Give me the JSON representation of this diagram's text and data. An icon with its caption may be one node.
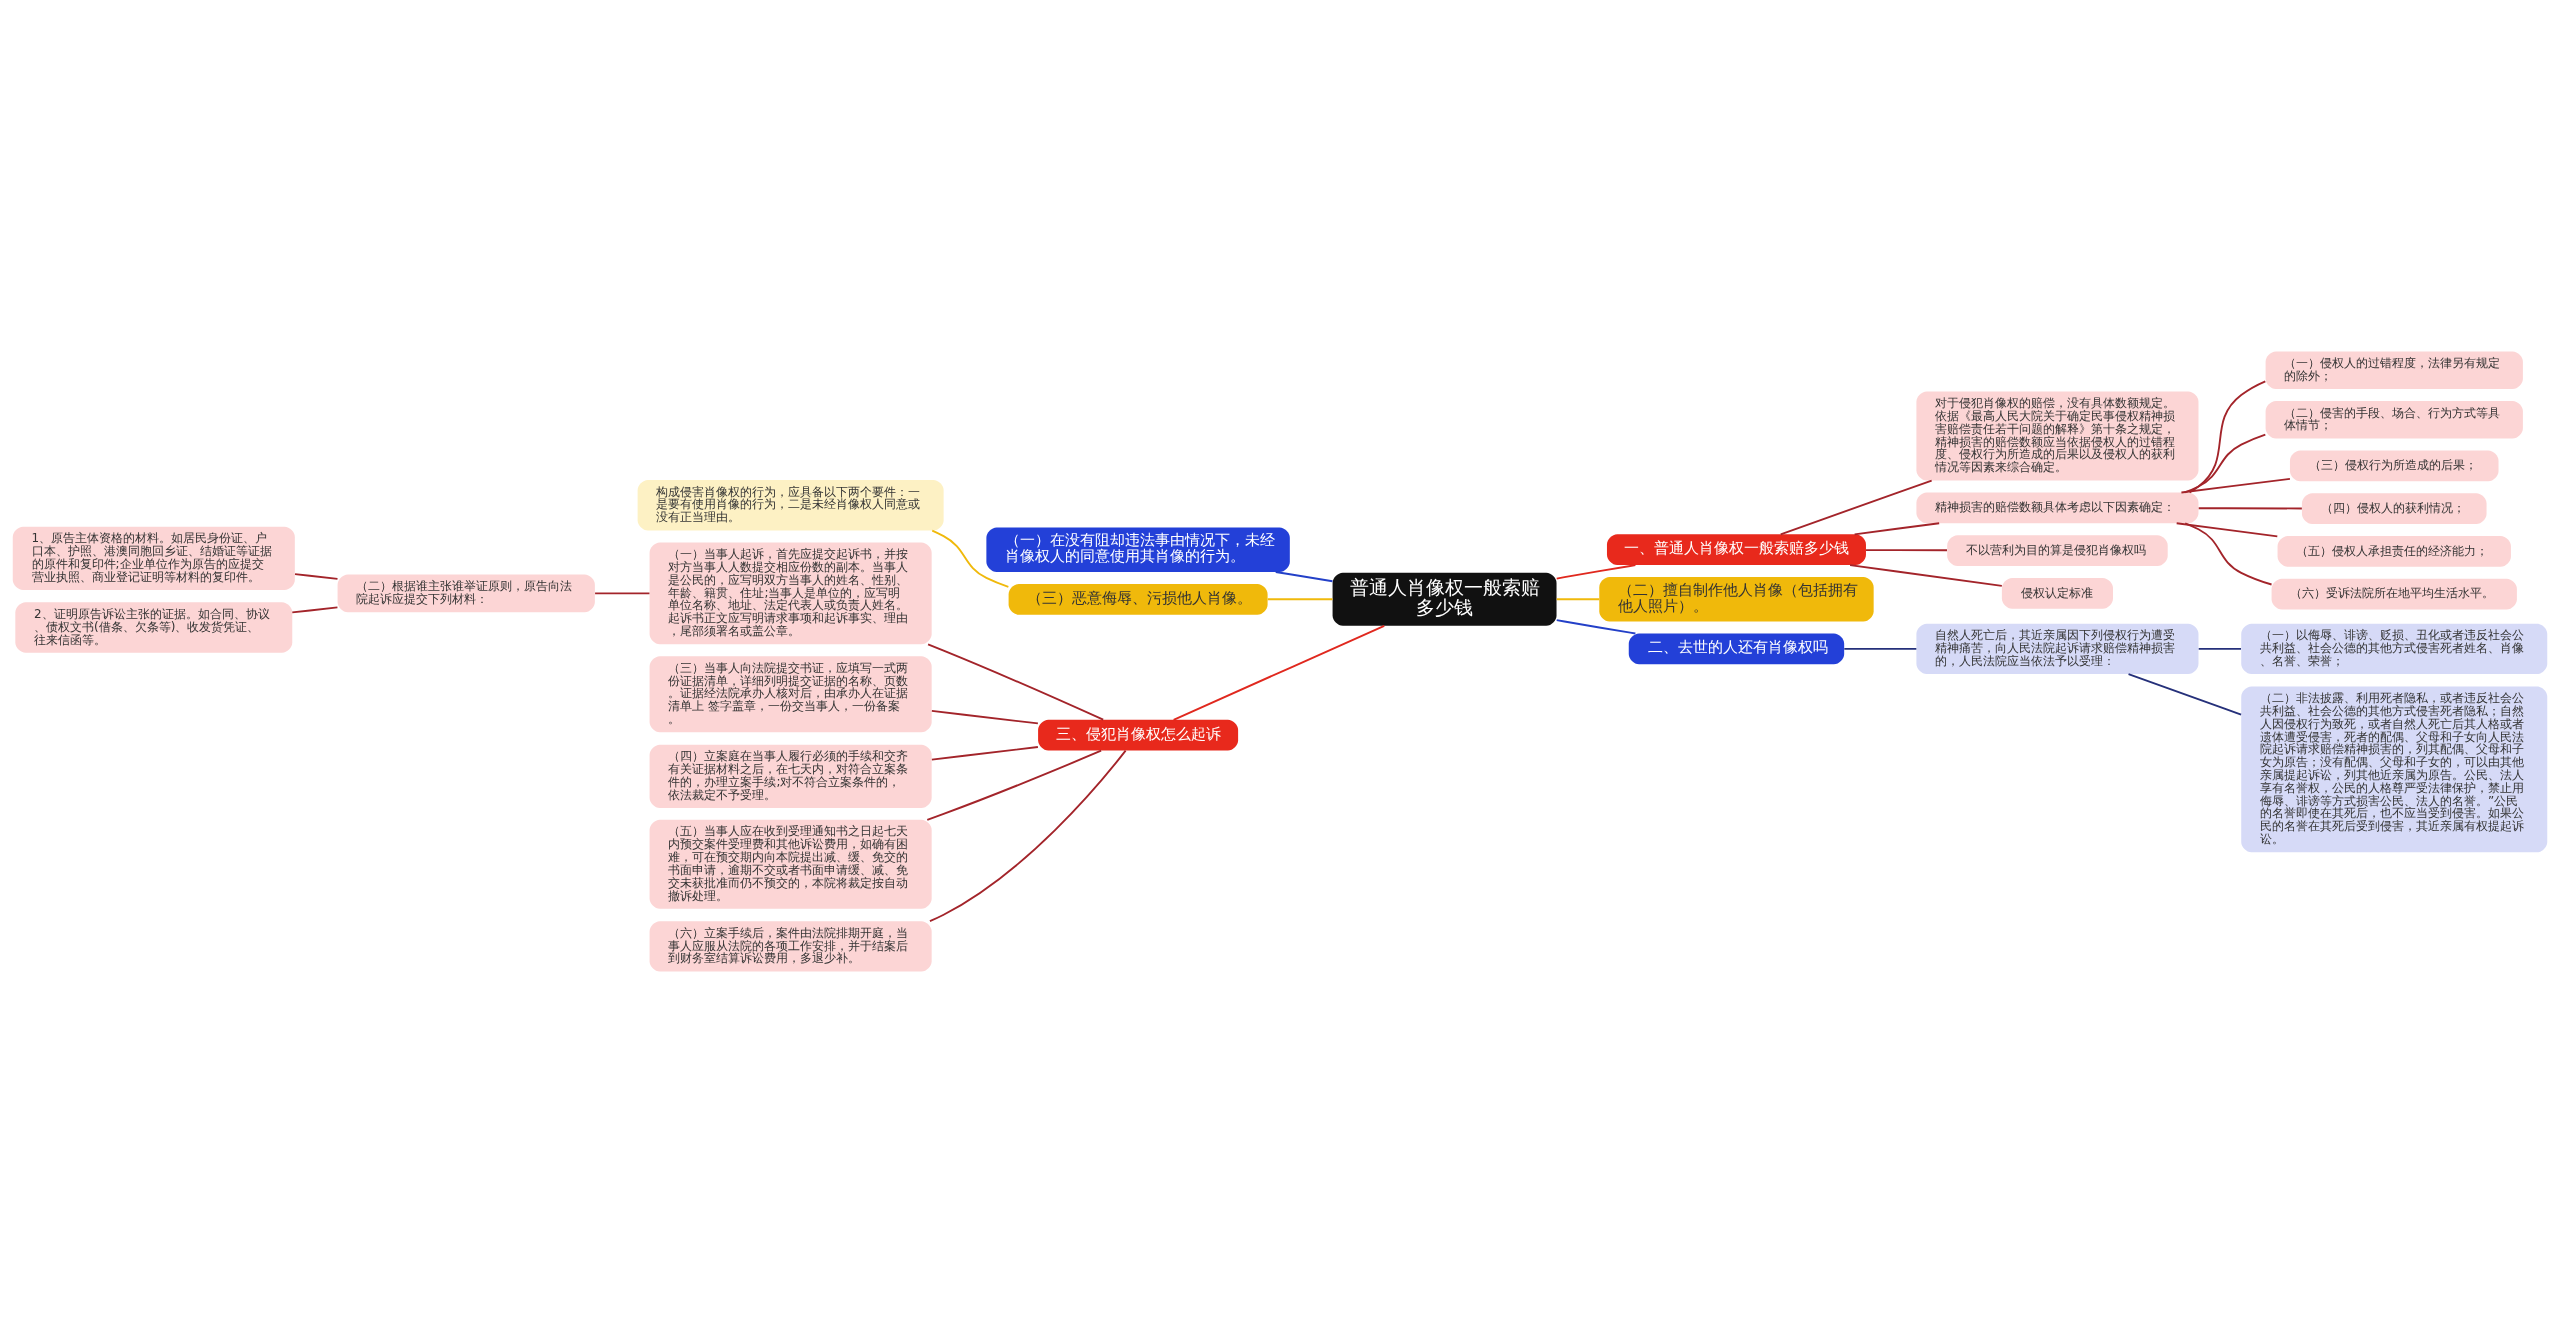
{
  "diagram": {
    "nodes": [
      {
        "text": [
          "普通人肖像权一般索赔多少钱"
        ]
      },
      {
        "text": [
          "一、普通人肖像权一般索赔多少钱"
        ]
      },
      {
        "text": [
          "对于侵犯肖像权的赔偿，没有具体数额规定。依据《最高人民大院关于确定民事侵权精神损害赔偿责任若干问题的解释》第十条之规定，精神损害的赔偿数额应当依据侵权人的过错程度、侵权行为所造成的后果以及侵权人的获利情况等因素来综合确定。"
        ]
      },
      {
        "text": [
          "精神损害的赔偿数额具体考虑以下因素确定："
        ]
      },
      {
        "text": [
          "（一）侵权人的过错程度，法律另有规定的除外；"
        ]
      },
      {
        "text": [
          "（二）侵害的手段、场合、行为方式等具体情节；"
        ]
      },
      {
        "text": [
          "（三）侵权行为所造成的后果；"
        ]
      },
      {
        "text": [
          "（四）侵权人的获利情况；"
        ]
      },
      {
        "text": [
          "（五）侵权人承担责任的经济能力；"
        ]
      },
      {
        "text": [
          "（六）受诉法院所在地平均生活水平。"
        ]
      },
      {
        "text": [
          "不以营利为目的算是侵犯肖像权吗"
        ]
      },
      {
        "text": [
          "侵权认定标准"
        ]
      },
      {
        "text": [
          "（二）擅自制作他人肖像（包括拥有他人照片）。"
        ]
      },
      {
        "text": [
          "二、去世的人还有肖像权吗"
        ]
      },
      {
        "text": [
          "自然人死亡后，其近亲属因下列侵权行为遭受精神痛苦，向人民法院起诉请求赔偿精神损害的，人民法院应当依法予以受理："
        ]
      },
      {
        "text": [
          "（一）以侮辱、诽谤、贬损、丑化或者违反社会公共利益、社会公德的其他方式侵害死者姓名、肖像、名誉、荣誉；"
        ]
      },
      {
        "text": [
          "（二）非法披露、利用死者隐私，或者违反社会公共利益、社会公德的其他方式侵害死者隐私；自然人因侵权行为致死，或者自然人死亡后其人格或者遗体遭受侵害，死者的配偶、父母和子女向人民法院起诉请求赔偿精神损害的，列其配偶、父母和子女为原告；没有配偶、父母和子女的，可以由其他亲属提起诉讼，列其他近亲属为原告。公民、法人享有名誉权，公民的人格尊严受法律保护，禁止用侮辱、诽谤等方式损害公民、法人的名誉。”公民的名誉即使在其死后，也不应当受到侵害。如果公民的名誉在其死后受到侵害，其近亲属有权提起诉讼。"
        ]
      },
      {
        "text": [
          "（一）在没有阻却违法事由情况下，未经肖像权人的同意使用其肖像的行为。"
        ]
      },
      {
        "text": [
          "（三）恶意侮辱、污损他人肖像。"
        ]
      },
      {
        "text": [
          "构成侵害肖像权的行为，应具备以下两个要件：一是要有使用肖像的行为，二是未经肖像权人同意或没有正当理由。"
        ]
      },
      {
        "text": [
          "三、侵犯肖像权怎么起诉"
        ]
      },
      {
        "text": [
          "（一）当事人起诉，首先应提交起诉书，并按对方当事人人数提交相应份数的副本。当事人是公民的，应写明双方当事人的姓名、性别、年龄、籍贯、住址;当事人是单位的，应写明单位名称、地址、法定代表人或负责人姓名。起诉书正文应写明请求事项和起诉事实、理由，尾部须署名或盖公章。"
        ]
      },
      {
        "text": [
          "（二）根据谁主张谁举证原则，原告向法院起诉应提交下列材料："
        ]
      },
      {
        "text": [
          "1、原告主体资格的材料。如居民身份证、户口本、护照、港澳同胞回乡证、结婚证等证据的原件和复印件;企业单位作为原告的应提交营业执照、商业登记证明等材料的复印件。"
        ]
      },
      {
        "text": [
          "2、证明原告诉讼主张的证据。如合同、协议、债权文书(借条、欠条等)、收发货凭证、往来信函等。"
        ]
      },
      {
        "text": [
          "（三）当事人向法院提交书证，应填写一式两份证据清单，详细列明提交证据的名称、页数。证据经法院承办人核对后，由承办人在证据清单上 签字盖章，一份交当事人，一份备案。"
        ]
      },
      {
        "text": [
          "（四）立案庭在当事人履行必须的手续和交齐有关证据材料之后，在七天内，对符合立案条件的，办理立案手续;对不符合立案条件的，依法裁定不予受理。"
        ]
      },
      {
        "text": [
          "（五）当事人应在收到受理通知书之日起七天内预交案件受理费和其他诉讼费用，如确有困难，可在预交期内向本院提出减、缓、免交的书面申请，逾期不交或者书面申请缓、减、免交未获批准而仍不预交的，本院将裁定按自动撤诉处理。"
        ]
      },
      {
        "text": [
          "（六）立案手续后，案件由法院排期开庭，当事人应服从法院的各项工作安排，并于结案后到财务室结算诉讼费用，多退少补。"
        ]
      }
    ],
    "edges": [
      {
        "from": 0,
        "to": 1,
        "arrow": "none",
        "color": "#e0281e"
      },
      {
        "from": 1,
        "to": 2,
        "arrow": "none"
      },
      {
        "from": 1,
        "to": 3,
        "arrow": "none"
      },
      {
        "from": 3,
        "to": 4,
        "arrow": "none"
      },
      {
        "from": 3,
        "to": 5,
        "arrow": "none"
      },
      {
        "from": 3,
        "to": 6,
        "arrow": "none"
      },
      {
        "from": 3,
        "to": 7,
        "arrow": "none"
      },
      {
        "from": 3,
        "to": 8,
        "arrow": "none"
      },
      {
        "from": 3,
        "to": 9,
        "arrow": "none"
      },
      {
        "from": 1,
        "to": 10,
        "arrow": "none"
      },
      {
        "from": 1,
        "to": 11,
        "arrow": "none"
      },
      {
        "from": 0,
        "to": 12,
        "arrow": "none",
        "color": "#f0b90b"
      },
      {
        "from": 0,
        "to": 13,
        "arrow": "none",
        "color": "#2340c8"
      },
      {
        "from": 13,
        "to": 14,
        "arrow": "none",
        "color": "#25307a"
      },
      {
        "from": 14,
        "to": 15,
        "arrow": "none",
        "color": "#25307a"
      },
      {
        "from": 14,
        "to": 16,
        "arrow": "none",
        "color": "#25307a"
      },
      {
        "from": 0,
        "to": 17,
        "arrow": "none",
        "color": "#2340c8"
      },
      {
        "from": 0,
        "to": 18,
        "arrow": "none",
        "color": "#f0b90b"
      },
      {
        "from": 18,
        "to": 19,
        "arrow": "none",
        "color": "#f0b90b"
      },
      {
        "from": 0,
        "to": 20,
        "arrow": "none",
        "color": "#e0281e"
      },
      {
        "from": 20,
        "to": 21,
        "arrow": "none"
      },
      {
        "from": 21,
        "to": 22,
        "arrow": "none"
      },
      {
        "from": 22,
        "to": 23,
        "arrow": "none"
      },
      {
        "from": 22,
        "to": 24,
        "arrow": "none"
      },
      {
        "from": 20,
        "to": 25,
        "arrow": "none"
      },
      {
        "from": 20,
        "to": 26,
        "arrow": "none"
      },
      {
        "from": 20,
        "to": 27,
        "arrow": "none"
      },
      {
        "from": 20,
        "to": 28,
        "arrow": "none"
      }
    ]
  }
}
